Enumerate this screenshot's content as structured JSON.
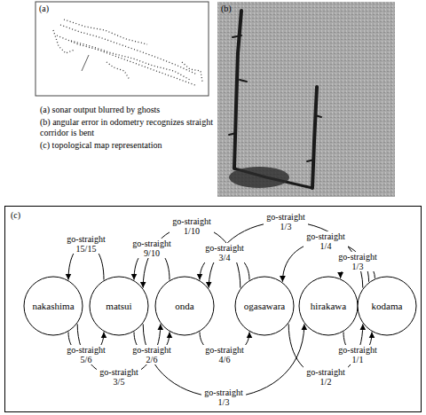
{
  "diagram": {
    "nodes": [
      {
        "text": [
          "nakashima"
        ]
      },
      {
        "text": [
          "matsui"
        ]
      },
      {
        "text": [
          "onda"
        ]
      },
      {
        "text": [
          "ogasawara"
        ]
      },
      {
        "text": [
          "hirakawa"
        ]
      },
      {
        "text": [
          "kodama"
        ]
      }
    ],
    "edges": [
      {
        "from": 1,
        "to": 0,
        "label": "go-straight 15/15",
        "arrow": "to"
      },
      {
        "from": 2,
        "to": 1,
        "label": "go-straight 9/10",
        "arrow": "to"
      },
      {
        "from": 3,
        "to": 1,
        "label": "go-straight 1/10",
        "arrow": "to"
      },
      {
        "from": 3,
        "to": 2,
        "label": "go-straight 3/4",
        "arrow": "to"
      },
      {
        "from": 5,
        "to": 2,
        "label": "go-straight 1/3",
        "arrow": "to"
      },
      {
        "from": 5,
        "to": 3,
        "label": "go-straight 1/4",
        "arrow": "to"
      },
      {
        "from": 5,
        "to": 4,
        "label": "go-straight 1/3",
        "arrow": "to"
      },
      {
        "from": 0,
        "to": 1,
        "label": "go-straight 5/6",
        "arrow": "to"
      },
      {
        "from": 0,
        "to": 2,
        "label": "go-straight 3/5",
        "arrow": "to"
      },
      {
        "from": 1,
        "to": 2,
        "label": "go-straight 2/6",
        "arrow": "to"
      },
      {
        "from": 2,
        "to": 3,
        "label": "go-straight 4/6",
        "arrow": "to"
      },
      {
        "from": 1,
        "to": 4,
        "label": "go-straight 1/3",
        "arrow": "to"
      },
      {
        "from": 3,
        "to": 5,
        "label": "go-straight 1/2",
        "arrow": "to"
      },
      {
        "from": 4,
        "to": 5,
        "label": "go-straight 1/1",
        "arrow": "to"
      }
    ],
    "labels": [
      "(a)",
      "(b)",
      "(a) sonar output blurred by ghosts",
      "(b) angular error in odometry recognizes straight corridor is bent",
      "(c) topological map representation",
      "(c)"
    ]
  }
}
